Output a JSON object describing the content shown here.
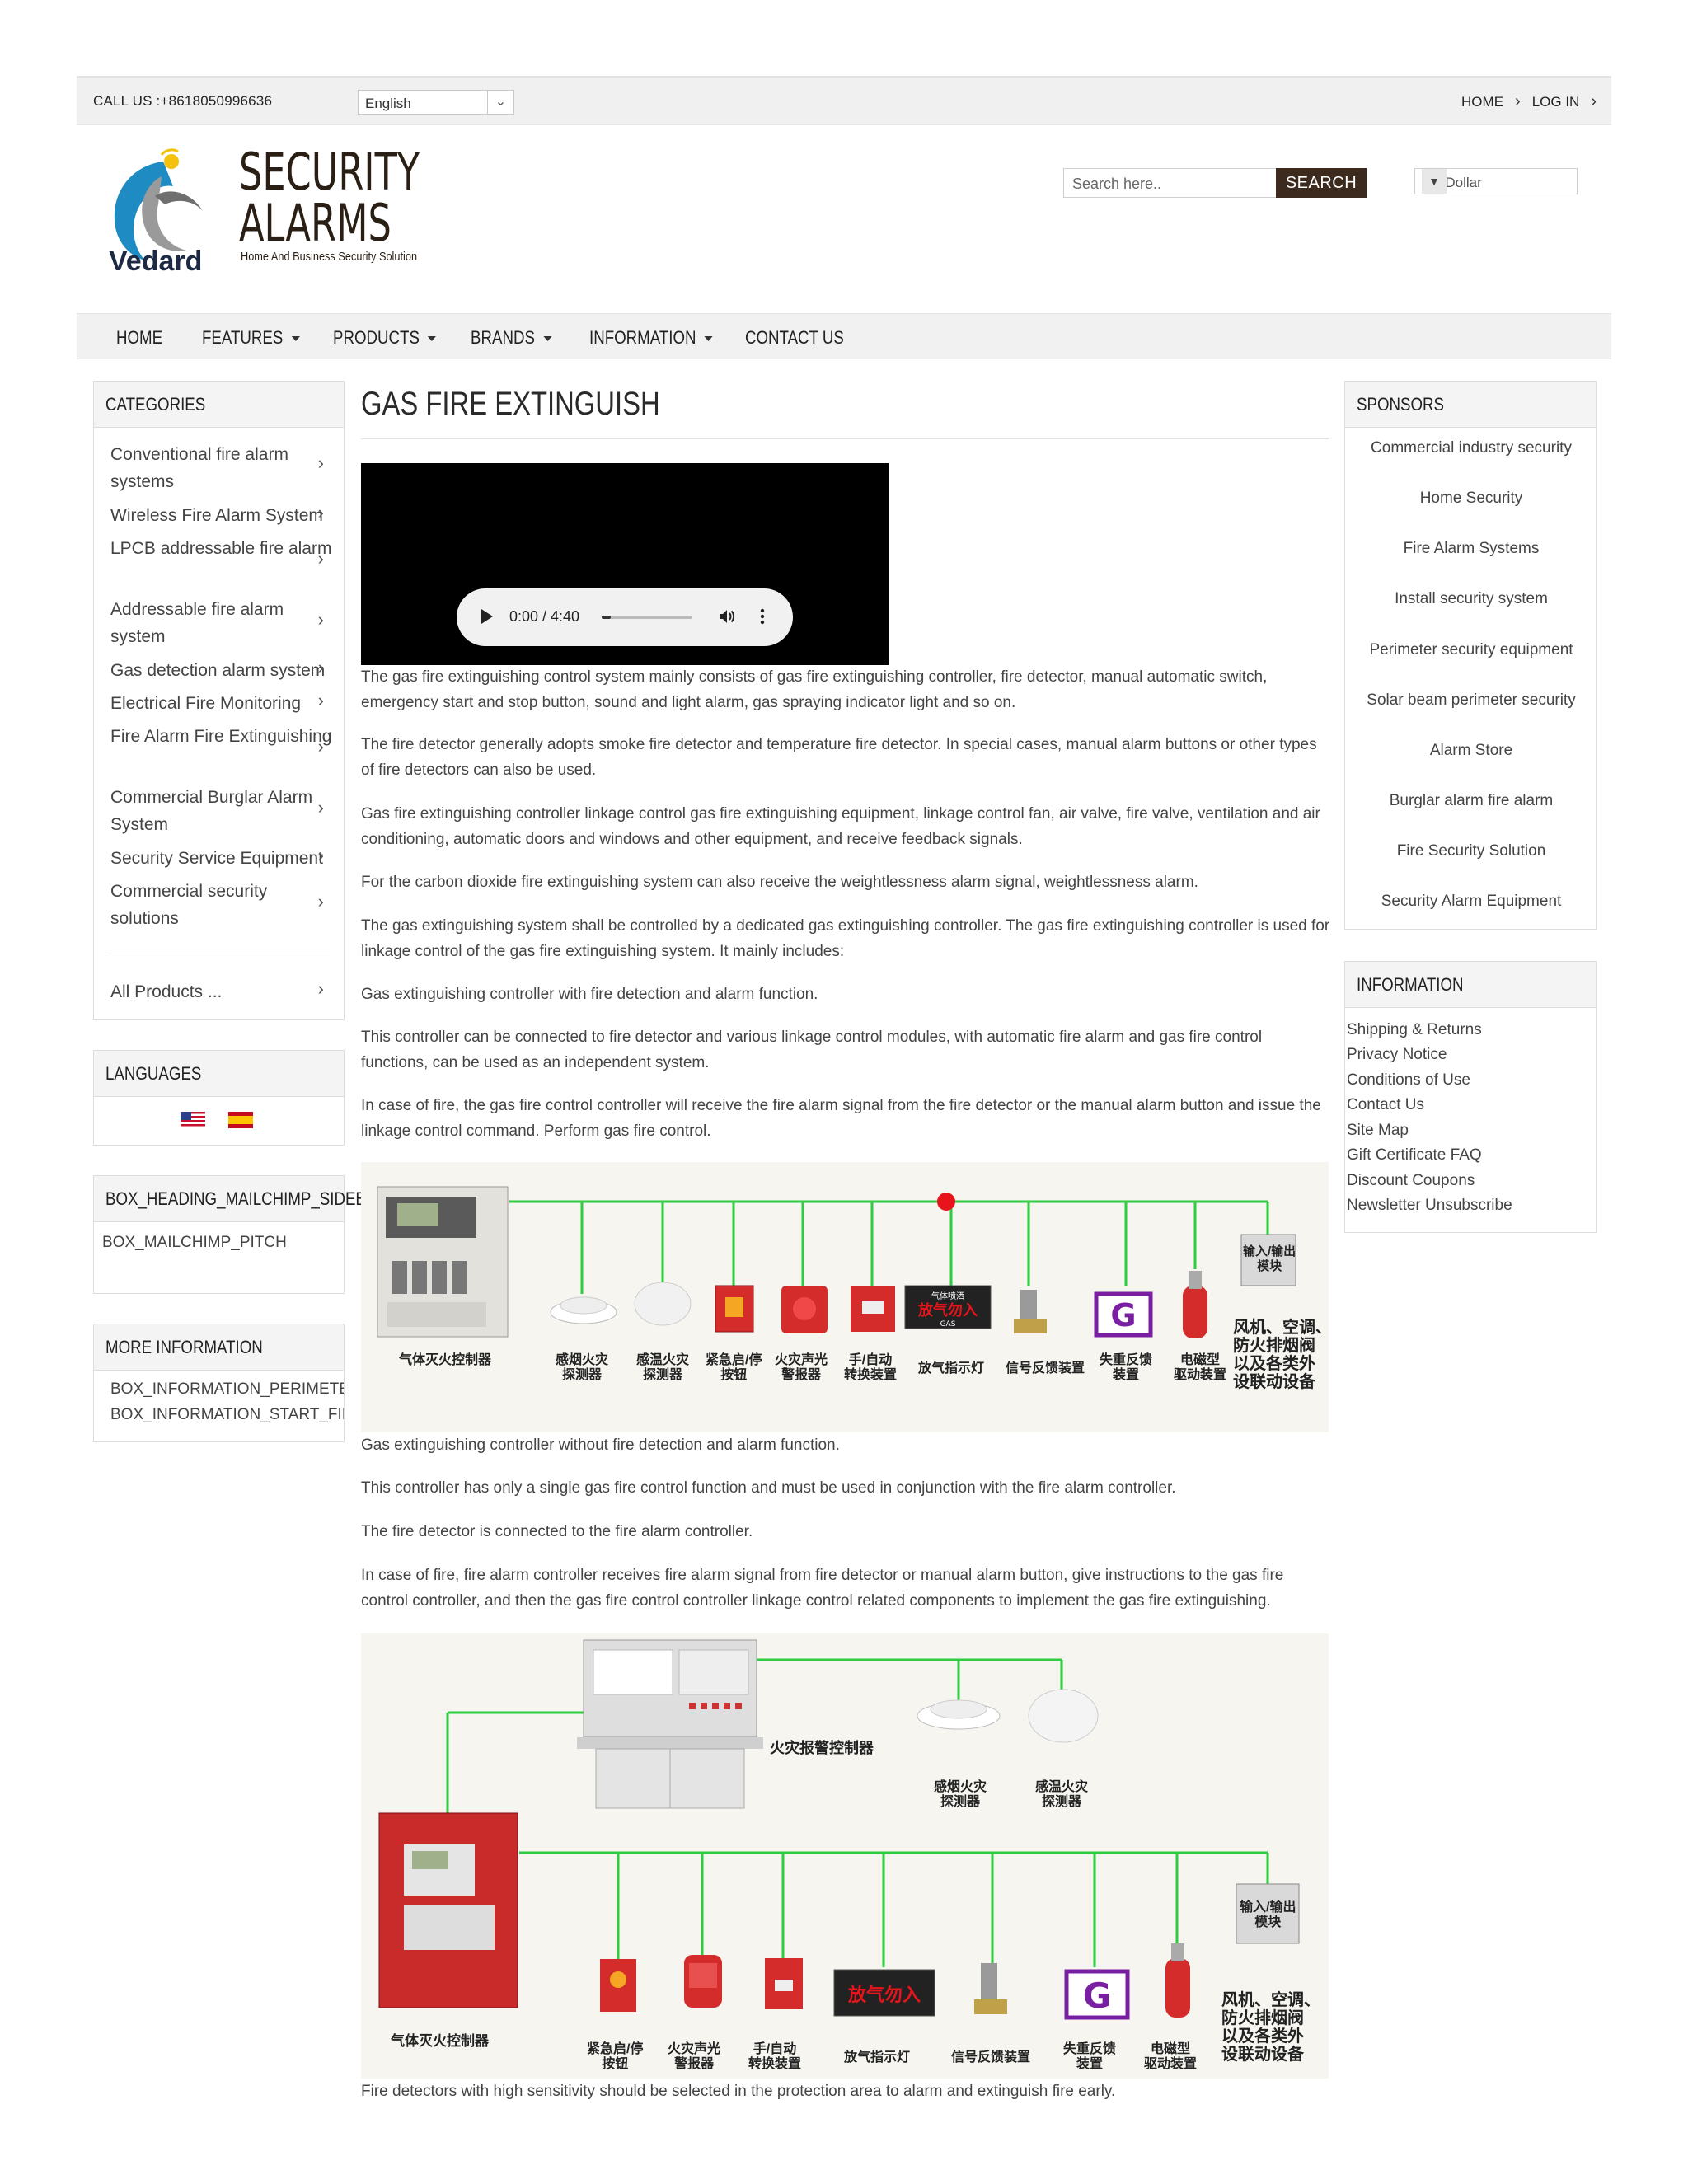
{
  "topbar": {
    "call": "CALL US :+8618050996636",
    "language_value": "English",
    "home": "HOME",
    "login": "LOG IN"
  },
  "header": {
    "brand_line1": "SECURITY",
    "brand_line2": "ALARMS",
    "tagline": "Home And Business Security Solution",
    "logo_text": "Vedard",
    "search_placeholder": "Search here..",
    "search_button": "SEARCH",
    "currency": "US Dollar"
  },
  "nav": [
    "HOME",
    "FEATURES",
    "PRODUCTS",
    "BRANDS",
    "INFORMATION",
    "CONTACT US"
  ],
  "categories": {
    "heading": "CATEGORIES",
    "items": [
      "Conventional fire alarm systems",
      "Wireless Fire Alarm System",
      "LPCB addressable fire alarm",
      "Addressable fire alarm system",
      "Gas detection alarm system",
      "Electrical Fire Monitoring",
      "Fire Alarm Fire Extinguishing",
      "Commercial Burglar Alarm System",
      "Security Service Equipment",
      "Commercial security solutions"
    ],
    "all_products": "All Products ..."
  },
  "languages": {
    "heading": "LANGUAGES"
  },
  "mailchimp": {
    "heading": "BOX_HEADING_MAILCHIMP_SIDEBOX",
    "pitch": "BOX_MAILCHIMP_PITCH"
  },
  "more_info": {
    "heading": "MORE INFORMATION",
    "items": [
      "BOX_INFORMATION_PERIMETER_SECURITY",
      "BOX_INFORMATION_START_FIRE_SECURITY"
    ]
  },
  "main": {
    "title": "GAS FIRE EXTINGUISH",
    "video_time": "0:00 / 4:40",
    "video_progress": 0.1,
    "paragraphs": [
      "The gas fire extinguishing control system mainly consists of gas fire extinguishing controller, fire detector, manual automatic switch, emergency start and stop button, sound and light alarm, gas spraying indicator light and so on.",
      "The fire detector generally adopts smoke fire detector and temperature fire detector. In special cases, manual alarm buttons or other types of fire detectors can also be used.",
      "Gas fire extinguishing controller linkage control gas fire extinguishing equipment, linkage control fan, air valve, fire valve, ventilation and air conditioning, automatic doors and windows and other equipment, and receive feedback signals.",
      "For the carbon dioxide fire extinguishing system can also receive the weightlessness alarm signal, weightlessness alarm.",
      "The gas extinguishing system shall be controlled by a dedicated gas extinguishing controller. The gas fire extinguishing controller is used for linkage control of the gas fire extinguishing system. It mainly includes:",
      "Gas extinguishing controller with fire detection and alarm function.",
      "This controller can be connected to fire detector and various linkage control modules, with automatic fire alarm and gas fire control functions, can be used as an independent system.",
      "In case of fire, the gas fire control controller will receive the fire alarm signal from the fire detector or the manual alarm button and issue the linkage control command. Perform gas fire control."
    ],
    "paragraphs2": [
      "Gas extinguishing controller without fire detection and alarm function.",
      "This controller has only a single gas fire control function and must be used in conjunction with the fire alarm controller.",
      "The fire detector is connected to the fire alarm controller.",
      "In case of fire, fire alarm controller receives fire alarm signal from fire detector or manual alarm button, give instructions to the gas fire control controller, and then the gas fire control controller linkage control related components to implement the gas fire extinguishing."
    ],
    "closing": "Fire detectors with high sensitivity should be selected in the protection area to alarm and extinguish fire early.",
    "diagram1": {
      "controller": "气体灭火控制器",
      "smoke": "感烟火灾\n探测器",
      "temp": "感温火灾\n探测器",
      "estop": "紧急启/停\n按钮",
      "alarm": "火灾声光\n警报器",
      "switch": "手/自动\n转换装置",
      "light": "放气指示灯",
      "feedback": "信号反馈装置",
      "loss": "失重反馈\n装置",
      "solenoid": "电磁型\n驱动装置",
      "io": "输入/输出\n模块",
      "hvac": "风机、空调、\n防火排烟阀\n以及各类外\n设联动设备",
      "sign_top": "气体喷洒",
      "sign_mid": "放气勿入",
      "sign_bot": "GAS"
    },
    "diagram2": {
      "panel": "火灾报警控制器",
      "smoke": "感烟火灾\n探测器",
      "temp": "感温火灾\n探测器",
      "controller": "气体灭火控制器",
      "estop": "紧急启/停\n按钮",
      "alarm": "火灾声光\n警报器",
      "switch": "手/自动\n转换装置",
      "light": "放气指示灯",
      "feedback": "信号反馈装置",
      "loss": "失重反馈\n装置",
      "solenoid": "电磁型\n驱动装置",
      "io": "输入/输出\n模块",
      "hvac": "风机、空调、\n防火排烟阀\n以及各类外\n设联动设备"
    }
  },
  "sponsors": {
    "heading": "SPONSORS",
    "items": [
      "Commercial industry security",
      "Home Security",
      "Fire Alarm Systems",
      "Install security system",
      "Perimeter security equipment",
      "Solar beam perimeter security",
      "Alarm Store",
      "Burglar alarm fire alarm",
      "Fire Security Solution",
      "Security Alarm Equipment"
    ]
  },
  "information": {
    "heading": "INFORMATION",
    "items": [
      "Shipping & Returns",
      "Privacy Notice",
      "Conditions of Use",
      "Contact Us",
      "Site Map",
      "Gift Certificate FAQ",
      "Discount Coupons",
      "Newsletter Unsubscribe"
    ]
  },
  "colors": {
    "accent": "#3b2a1d",
    "wire": "#2ecc40",
    "red": "#d42b2b"
  }
}
